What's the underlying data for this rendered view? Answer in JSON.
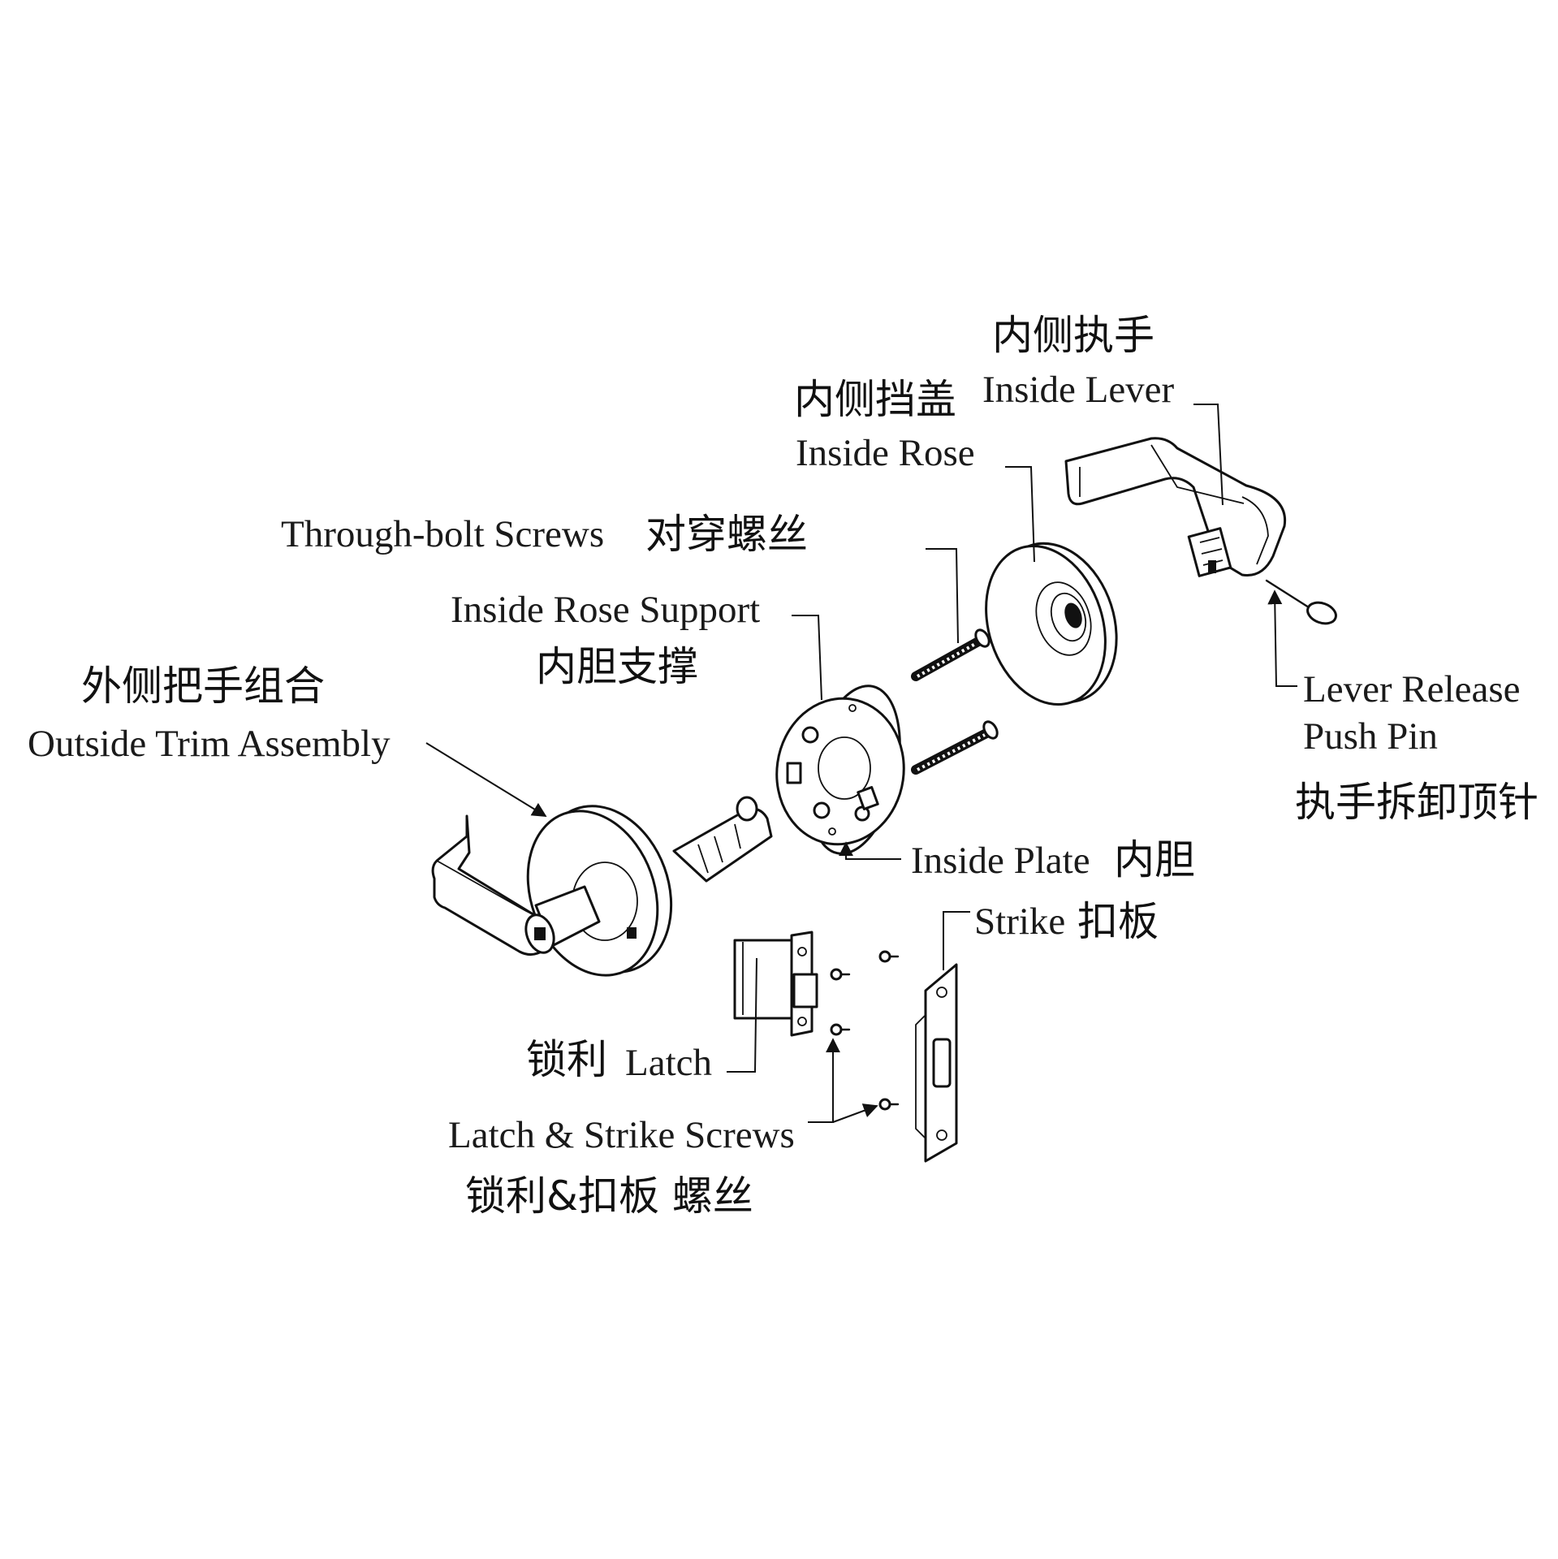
{
  "labels": {
    "inside_lever_zh": "内侧执手",
    "inside_lever_en": "Inside Lever",
    "inside_rose_zh": "内侧挡盖",
    "inside_rose_en": "Inside Rose",
    "through_bolt_en": "Through-bolt Screws",
    "through_bolt_zh": "对穿螺丝",
    "rose_support_en": "Inside Rose Support",
    "rose_support_zh": "内胆支撑",
    "outside_trim_zh": "外侧把手组合",
    "outside_trim_en": "Outside Trim Assembly",
    "lever_release_en_1": "Lever Release",
    "lever_release_en_2": "Push Pin",
    "lever_release_zh": "执手拆卸顶针",
    "inside_plate_en": "Inside Plate",
    "inside_plate_zh": "内胆",
    "strike_en": "Strike",
    "strike_zh": "扣板",
    "latch_zh": "锁利",
    "latch_en": "Latch",
    "screws_en": "Latch & Strike Screws",
    "screws_zh": "锁利&扣板 螺丝"
  },
  "colors": {
    "ink": "#111111",
    "background": "#ffffff"
  }
}
